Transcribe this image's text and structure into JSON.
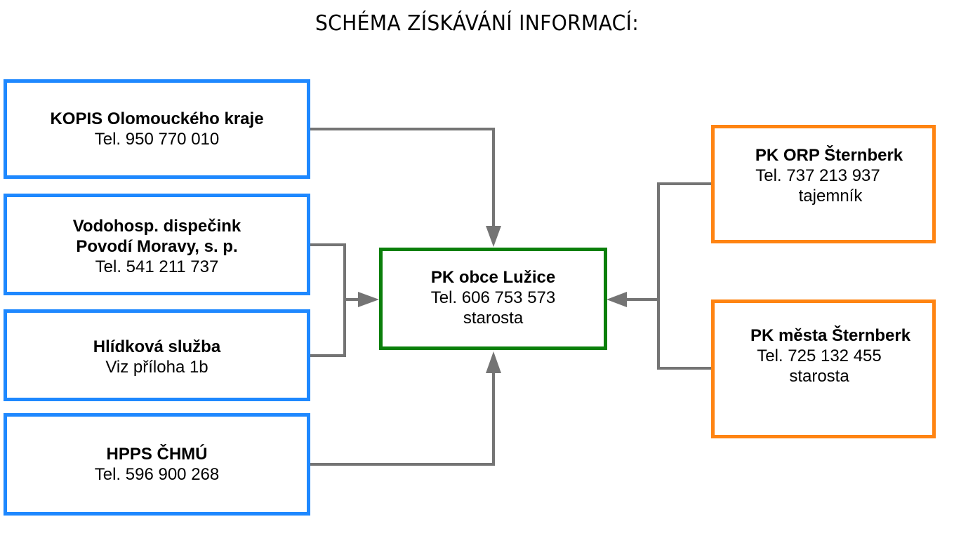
{
  "diagram": {
    "title": "SCHÉMA ZÍSKÁVÁNÍ INFORMACÍ:",
    "colors": {
      "source_border": "#1e88ff",
      "center_border": "#0a7f0a",
      "peer_border": "#ff8412",
      "connector": "#747474"
    },
    "nodes": {
      "kopis": {
        "name": "KOPIS Olomouckého kraje",
        "phone": "Tel. 950 770 010"
      },
      "vodohosp": {
        "name_line1": "Vodohosp. dispečink",
        "name_line2": "Povodí Moravy, s. p.",
        "phone": "Tel. 541 211 737"
      },
      "hlidkova": {
        "name": "Hlídková služba",
        "note": "Viz příloha 1b"
      },
      "hpps": {
        "name": "HPPS ČHMÚ",
        "phone": "Tel. 596 900 268"
      },
      "center": {
        "name": "PK obce Lužice",
        "phone": "Tel. 606 753 573",
        "role": "starosta"
      },
      "orp": {
        "name": "PK ORP Šternberk",
        "phone": "Tel. 737 213 937",
        "role": "tajemník"
      },
      "mesta": {
        "name": "PK města Šternberk",
        "phone": "Tel. 725 132 455",
        "role": "starosta"
      }
    },
    "edges": [
      {
        "from": "KOPIS Olomouckého kraje",
        "to": "PK obce Lužice"
      },
      {
        "from": "Vodohosp. dispečink Povodí Moravy, s. p.",
        "to": "PK obce Lužice"
      },
      {
        "from": "Hlídková služba",
        "to": "PK obce Lužice"
      },
      {
        "from": "HPPS ČHMÚ",
        "to": "PK obce Lužice"
      },
      {
        "from": "PK ORP Šternberk",
        "to": "PK obce Lužice"
      },
      {
        "from": "PK města Šternberk",
        "to": "PK obce Lužice"
      }
    ]
  }
}
